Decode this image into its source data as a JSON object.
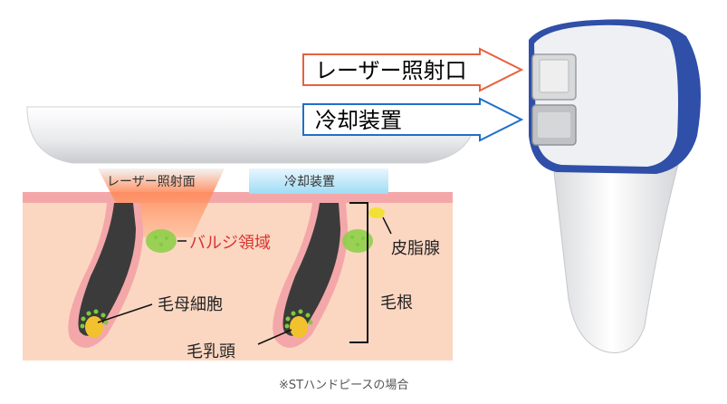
{
  "callouts": {
    "laser_port": "レーザー照射口",
    "cooling_device": "冷却装置"
  },
  "labels": {
    "laser_surface": "レーザー照射面",
    "cooling_device": "冷却装置",
    "bulge_region": "バルジ領域",
    "sebaceous_gland": "皮脂腺",
    "hair_matrix_cells": "毛母細胞",
    "hair_root": "毛根",
    "dermal_papilla": "毛乳頭",
    "footnote": "※STハンドピースの場合"
  },
  "colors": {
    "laser_orange": "#e8603c",
    "cooling_blue": "#1f6fc9",
    "skin": "#fbd7c2",
    "skin_top": "#f4a7a9",
    "hair": "#3b3b3b",
    "bulge_red": "#d9332f",
    "handpiece_blue": "#2f4fa8"
  }
}
